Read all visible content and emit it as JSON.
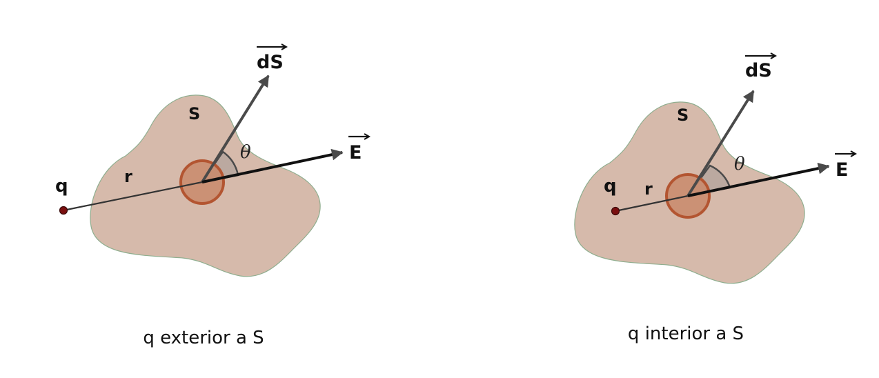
{
  "colors": {
    "surface_fill": "#d6baab",
    "surface_stroke": "#8fae8f",
    "element_fill": "#c98a6b",
    "element_stroke": "#b35531",
    "angle_fill": "#b8a79e",
    "charge_fill": "#7a0f0f",
    "vector_color": "#4a4a4a",
    "line_color": "#333333"
  },
  "panels": [
    {
      "charge_label": "q",
      "distance_label": "r",
      "surface_label": "S",
      "normal_label": "dS",
      "field_label": "E",
      "angle_label": "θ",
      "caption": "q exterior a S"
    },
    {
      "charge_label": "q",
      "distance_label": "r",
      "surface_label": "S",
      "normal_label": "dS",
      "field_label": "E",
      "angle_label": "θ",
      "caption": "q interior a S"
    }
  ]
}
